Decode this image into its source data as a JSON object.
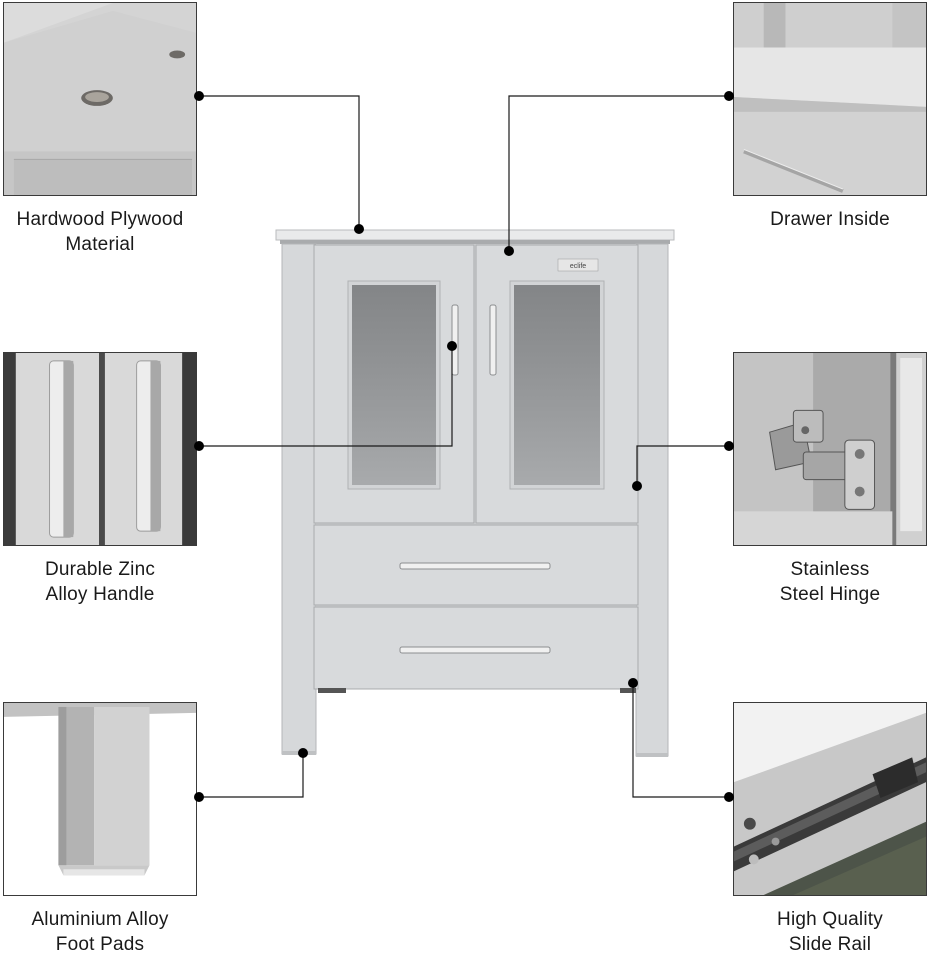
{
  "features": [
    {
      "id": "plywood",
      "lines": [
        "Hardwood Plywood",
        "Material"
      ]
    },
    {
      "id": "drawer",
      "lines": [
        "Drawer Inside"
      ]
    },
    {
      "id": "handle",
      "lines": [
        "Durable Zinc",
        "Alloy Handle"
      ]
    },
    {
      "id": "hinge",
      "lines": [
        "Stainless",
        "Steel Hinge"
      ]
    },
    {
      "id": "footpad",
      "lines": [
        "Aluminium Alloy",
        "Foot Pads"
      ]
    },
    {
      "id": "slide",
      "lines": [
        "High Quality",
        "Slide Rail"
      ]
    }
  ],
  "product": {
    "brand_logo": "eclife",
    "color": "#d2d4d6"
  },
  "colors": {
    "line": "#1a1a1a",
    "dot": "#000000",
    "cabinet_gray": "#d3d5d7",
    "glass": "#8c8e90"
  }
}
